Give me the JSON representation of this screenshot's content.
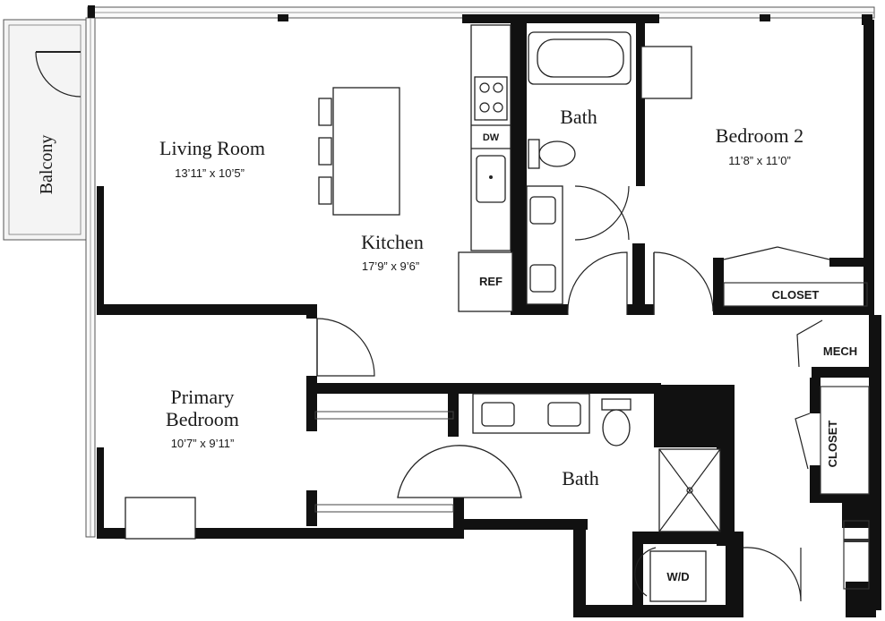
{
  "rooms": {
    "balcony": {
      "name": "Balcony"
    },
    "living_room": {
      "name": "Living Room",
      "dims": "13’11” x 10’5”"
    },
    "kitchen": {
      "name": "Kitchen",
      "dims": "17’9” x 9’6”"
    },
    "bath_upper": {
      "name": "Bath"
    },
    "bedroom_2": {
      "name": "Bedroom 2",
      "dims": "11’8” x 11’0”"
    },
    "primary_bedroom": {
      "name_line1": "Primary",
      "name_line2": "Bedroom",
      "dims": "10’7” x 9’11”"
    },
    "bath_lower": {
      "name": "Bath"
    }
  },
  "fixtures": {
    "dw": "DW",
    "ref": "REF",
    "closet_bedroom2": "CLOSET",
    "mech": "MECH",
    "closet_hall": "CLOSET",
    "wd": "W/D"
  },
  "colors": {
    "wall": "#111111",
    "background": "#ffffff"
  }
}
